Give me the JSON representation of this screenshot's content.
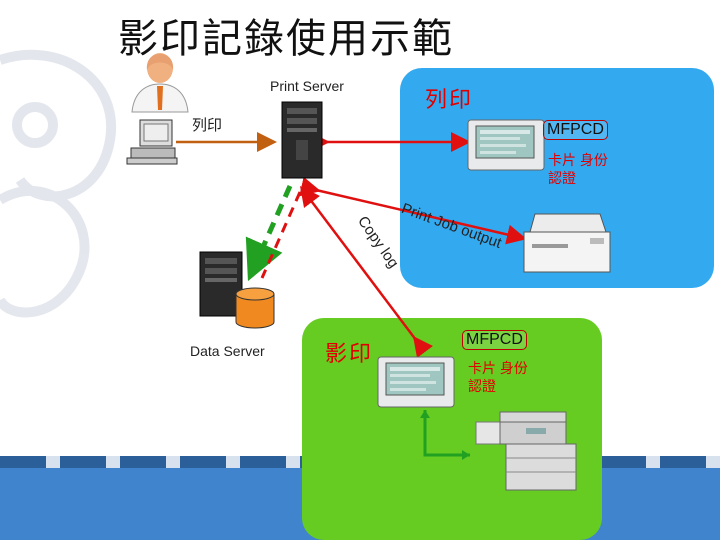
{
  "title": "影印記錄使用示範",
  "labels": {
    "print_server": "Print Server",
    "print_left": "列印",
    "print_blue": "列印",
    "mfp_top": "MFPCD",
    "card_top_1": "卡片 身份",
    "card_top_2": "認證",
    "print_job_output": "Print Job output",
    "copy_log": "Copy log",
    "data_server": "Data Server",
    "copy_green": "影印",
    "mfp_bottom": "MFPCD",
    "card_bottom_1": "卡片 身份",
    "card_bottom_2": "認證"
  },
  "icons": [
    "user-icon",
    "pc-icon",
    "print-server-icon",
    "data-server-icon",
    "database-icon",
    "card-reader-icon",
    "printer-icon",
    "copier-icon"
  ],
  "colors": {
    "blue_area": "#33aaf0",
    "green_area": "#66cc22",
    "red_text": "#e00000",
    "arrow_red": "#e01010",
    "arrow_green": "#22a022",
    "arrow_brown": "#c06010"
  }
}
